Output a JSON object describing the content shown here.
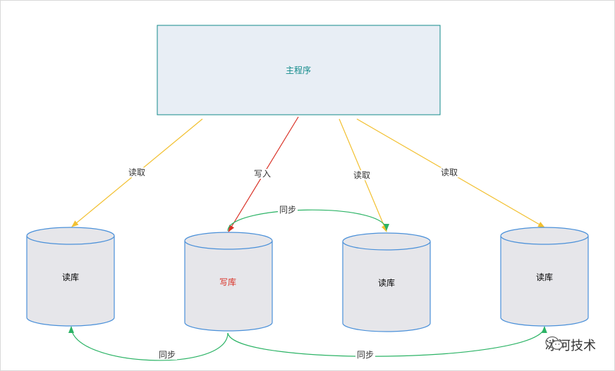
{
  "colors": {
    "box_fill": "#e8eef5",
    "box_stroke": "#138b8b",
    "main_text": "#138b8b",
    "db_fill": "#e6e6ea",
    "db_stroke": "#4a90d9",
    "read_arrow": "#f2c030",
    "write_arrow": "#d93025",
    "sync_arrow": "#2bb365",
    "write_db_text": "#d93025",
    "text": "#333333"
  },
  "main": {
    "label": "主程序"
  },
  "databases": [
    {
      "id": "db-read-1",
      "label": "读库"
    },
    {
      "id": "db-write",
      "label": "写库"
    },
    {
      "id": "db-read-2",
      "label": "读库"
    },
    {
      "id": "db-read-3",
      "label": "读库"
    }
  ],
  "edges": {
    "read_1": "读取",
    "write": "写入",
    "read_2": "读取",
    "read_3": "读取",
    "sync_top": "同步",
    "sync_left": "同步",
    "sync_right": "同步"
  },
  "watermark": {
    "text": "冰河技术",
    "icon": "wechat-icon"
  }
}
